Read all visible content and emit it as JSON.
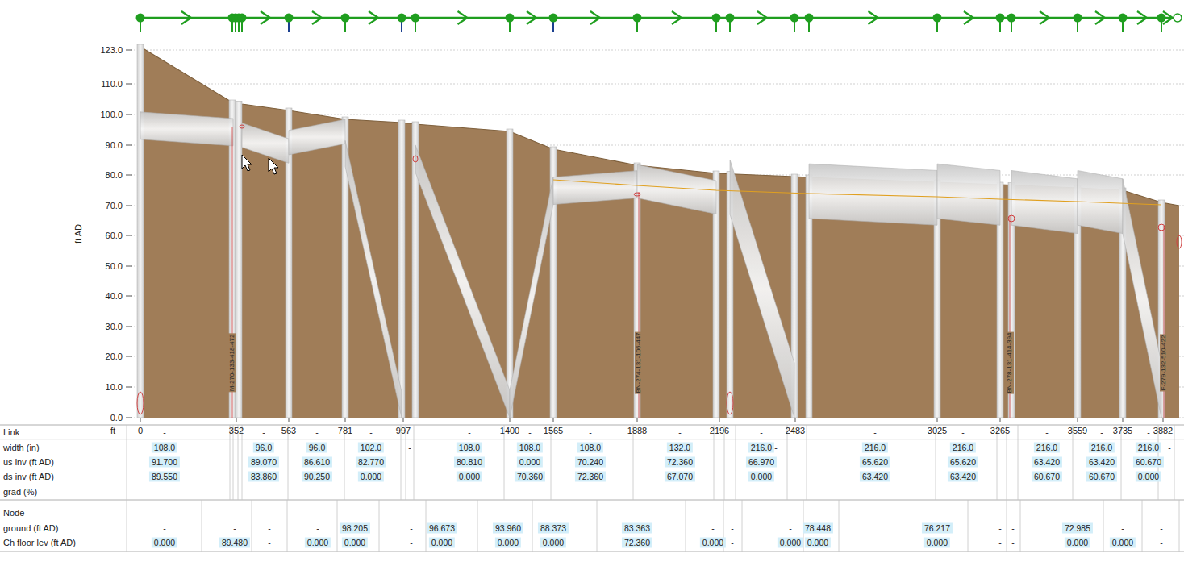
{
  "diagram": {
    "labels": [
      "123.0",
      "110.0",
      "100.0",
      "90.0",
      "80.0",
      "70.0",
      "60.0",
      "50.0",
      "40.0",
      "30.0",
      "20.0",
      "10.0",
      "0.0",
      "ft AD",
      "0",
      "352",
      "563",
      "781",
      "997",
      "1400",
      "1565",
      "1888",
      "2196",
      "2483",
      "3025",
      "3265",
      "3559",
      "3735",
      "3882",
      "ft",
      "M-270-133-418-472",
      "BN-274-131-106-447",
      "BN-278-131-414-394",
      "F-279-132-510-422",
      "Link",
      "width (in)",
      "us inv (ft AD)",
      "ds inv (ft AD)",
      "grad (%)",
      "Node",
      "ground (ft AD)",
      "Ch floor lev (ft AD)",
      "-",
      "108.0",
      "91.700",
      "89.550",
      "-",
      "96.0",
      "89.070",
      "83.860",
      "-",
      "96.0",
      "86.610",
      "90.250",
      "-",
      "102.0",
      "82.770",
      "0.000",
      "-",
      "-",
      "108.0",
      "80.810",
      "0.000",
      "-",
      "108.0",
      "0.000",
      "70.360",
      "-",
      "108.0",
      "70.240",
      "72.360",
      "-",
      "132.0",
      "72.360",
      "67.070",
      "-",
      "216.0",
      "66.970",
      "0.000",
      "-",
      "-",
      "216.0",
      "65.620",
      "63.420",
      "-",
      "216.0",
      "65.620",
      "63.420",
      "-",
      "216.0",
      "63.420",
      "60.670",
      "-",
      "216.0",
      "63.420",
      "60.670",
      "-",
      "216.0",
      "60.670",
      "0.000",
      "-",
      "-",
      "-",
      "0.000",
      "-",
      "-",
      "89.480",
      "-",
      "-",
      "-",
      "-",
      "-",
      "0.000",
      "-",
      "98.205",
      "0.000",
      "-",
      "-",
      "-",
      "-",
      "96.673",
      "0.000",
      "-",
      "93.960",
      "0.000",
      "-",
      "88.373",
      "0.000",
      "-",
      "83.363",
      "72.360",
      "-",
      "-",
      "0.000",
      "-",
      "-",
      "-",
      "-",
      "-",
      "0.000",
      "-",
      "78.448",
      "0.000",
      "-",
      "76.217",
      "0.000",
      "-",
      "-",
      "-",
      "-",
      "-",
      "-",
      "-",
      "72.985",
      "0.000",
      "-",
      "-",
      "0.000",
      "-",
      "-",
      "-"
    ]
  }
}
